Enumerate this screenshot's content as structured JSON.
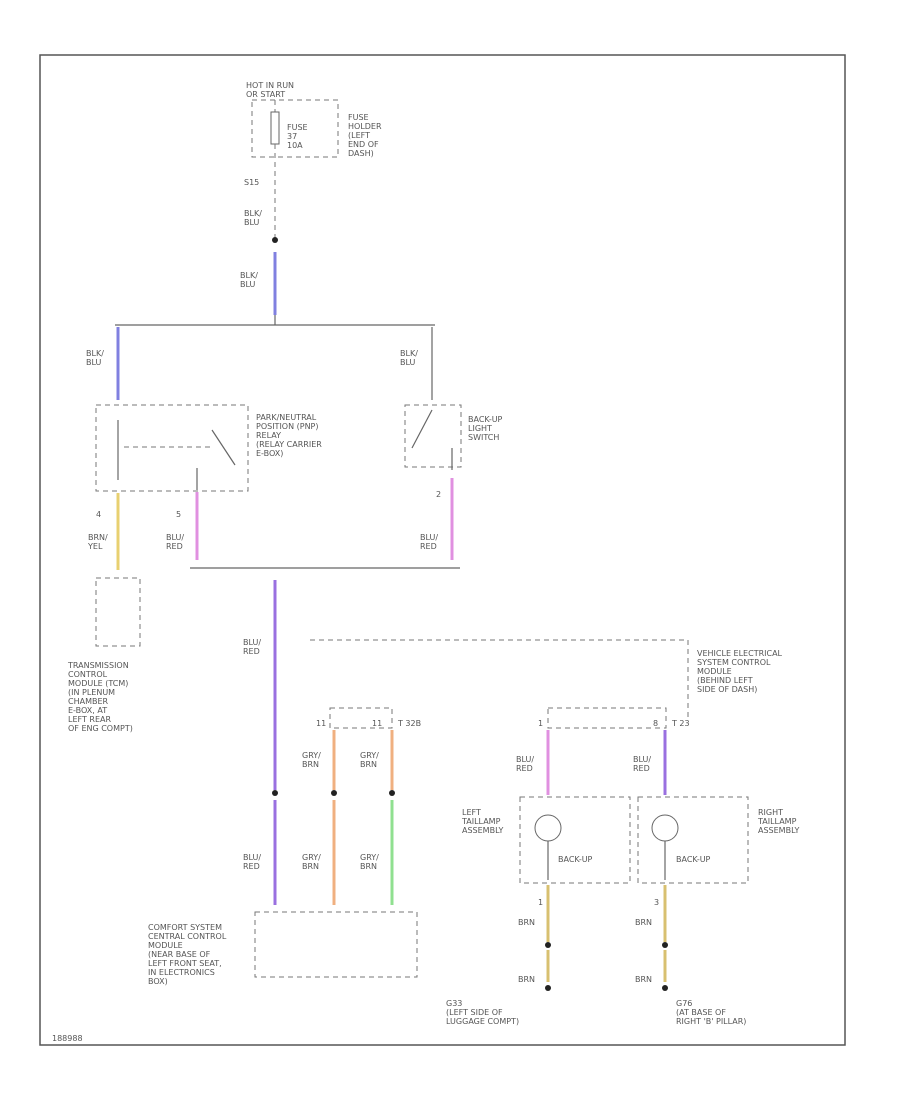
{
  "labels": {
    "hot_in_run": "HOT IN RUN\nOR START",
    "fuse": "FUSE\n37\n10A",
    "fuse_holder": "FUSE\nHOLDER\n(LEFT\nEND OF\nDASH)",
    "s_top": "S15",
    "wire_blk_blu_1": "BLK/\nBLU",
    "wire_blk_blu_2": "BLK/\nBLU",
    "wire_blk_blu_3": "BLK/\nBLU",
    "wire_blk_blu_4": "BLK/\nBLU",
    "pin_left_4": "4",
    "pin_relay_5": "5",
    "pnp_relay": "PARK/NEUTRAL\nPOSITION (PNP)\nRELAY\n(RELAY CARRIER\nE-BOX)",
    "backup_switch": "BACK-UP\nLIGHT\nSWITCH",
    "pin_switch_2": "2",
    "wire_brn_yel": "BRN/\nYEL",
    "wire_blu_red_1": "BLU/\nRED",
    "wire_blu_red_2": "BLU/\nRED",
    "tcm": "TRANSMISSION\nCONTROL\nMODULE (TCM)\n(IN PLENUM\nCHAMBER\nE-BOX, AT\nLEFT REAR\nOF ENG COMPT)",
    "wire_blu_red_3": "BLU/\nRED",
    "vescm": "VEHICLE ELECTRICAL\nSYSTEM CONTROL\nMODULE\n(BEHIND LEFT\nSIDE OF DASH)",
    "pin_t1a": "11",
    "pin_t1b": "11",
    "conn_t32": "T 32B",
    "wire_gry_brn_1": "GRY/\nBRN",
    "wire_gry_brn_2": "GRY/\nBRN",
    "pin_l1": "1",
    "pin_r8": "8",
    "conn_t23": "T 23",
    "wire_blu_red_4": "BLU/\nRED",
    "wire_blu_red_5": "BLU/\nRED",
    "left_taillamp": "LEFT\nTAILLAMP\nASSEMBLY",
    "right_taillamp": "RIGHT\nTAILLAMP\nASSEMBLY",
    "backup_l": "BACK-UP",
    "backup_r": "BACK-UP",
    "wire_blu_red_6": "BLU/\nRED",
    "wire_gry_brn_3": "GRY/\nBRN",
    "wire_gry_brn_4": "GRY/\nBRN",
    "pin_l_1": "1",
    "pin_r_3": "3",
    "wire_brn_l": "BRN",
    "wire_brn_r": "BRN",
    "wire_brn_lg": "BRN",
    "wire_brn_rg": "BRN",
    "comfort": "COMFORT SYSTEM\nCENTRAL CONTROL\nMODULE\n(NEAR BASE OF\nLEFT FRONT SEAT,\nIN ELECTRONICS\nBOX)",
    "g_left": "G33\n(LEFT SIDE OF\nLUGGAGE COMPT)",
    "g_right": "G76\n(AT BASE OF\nRIGHT 'B' PILLAR)",
    "diagram_id": "188988"
  },
  "colors": {
    "blue": "#8080e0",
    "pink": "#e090e0",
    "yellow": "#e8d070",
    "orange": "#f0b080",
    "green": "#90e090",
    "violet": "#9a70e0",
    "gold": "#d8c070"
  }
}
